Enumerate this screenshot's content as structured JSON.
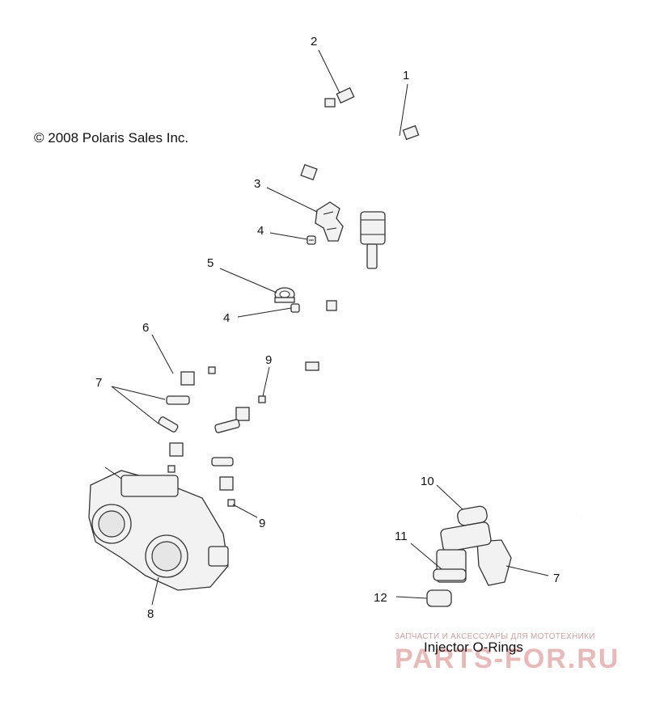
{
  "copyright": "© 2008 Polaris Sales Inc.",
  "caption": "Injector O-Rings",
  "watermark": {
    "tagline": "ЗАПЧАСТИ И АКСЕССУАРЫ ДЛЯ МОТОТЕХНИКИ",
    "brand": "PARTS-FOR.RU"
  },
  "callouts": [
    "1",
    "2",
    "3",
    "4",
    "5",
    "4",
    "6",
    "7",
    "9",
    "9",
    "8",
    "10",
    "11",
    "7",
    "12"
  ]
}
